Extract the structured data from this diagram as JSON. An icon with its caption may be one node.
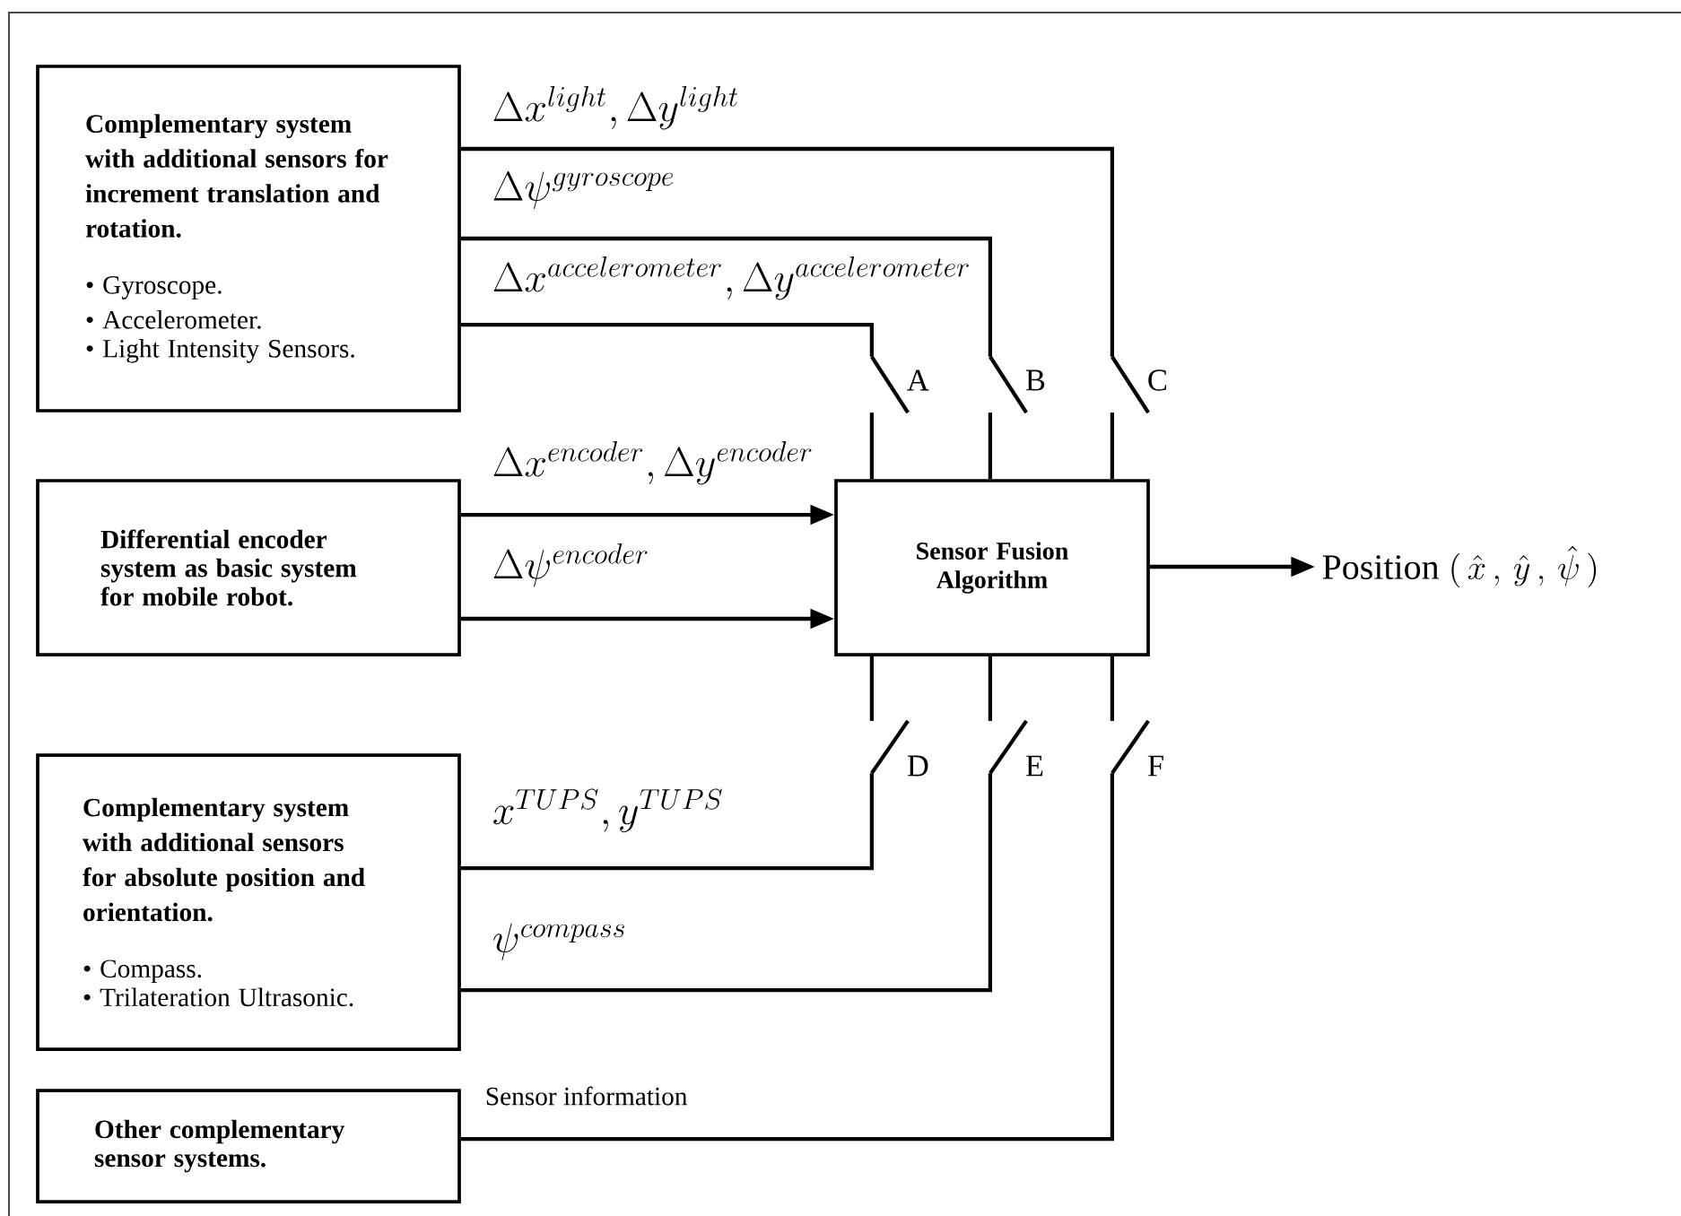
{
  "diagram": {
    "nodes": [
      {
        "text": [
          "Complementary system with additional sensors for increment translation and rotation.",
          "• Gyroscope.",
          "• Accelerometer.",
          "• Light Intensity Sensors."
        ]
      },
      {
        "text": [
          "Differential encoder system as basic system for mobile robot."
        ]
      },
      {
        "text": [
          "Complementary system with additional sensors for absolute position and orientation.",
          "• Compass.",
          "• Trilateration Ultrasonic."
        ]
      },
      {
        "text": [
          "Other complementary sensor systems."
        ]
      },
      {
        "text": [
          "Sensor Fusion Algorithm"
        ]
      },
      {
        "text": [
          "\\mathrm{Position}\\ (\\,\\hat{x}\\,,\\,\\hat{y}\\,,\\,\\hat{\\psi}\\,)"
        ]
      },
      {
        "text": [],
        "shape": "switch",
        "beside": [
          "A"
        ]
      },
      {
        "text": [],
        "shape": "switch",
        "beside": [
          "B"
        ]
      },
      {
        "text": [],
        "shape": "switch",
        "beside": [
          "C"
        ]
      },
      {
        "text": [],
        "shape": "switch",
        "beside": [
          "D"
        ]
      },
      {
        "text": [],
        "shape": "switch",
        "beside": [
          "E"
        ]
      },
      {
        "text": [],
        "shape": "switch",
        "beside": [
          "F"
        ]
      }
    ],
    "edges": [
      {
        "from": 0,
        "to": 8,
        "arrow": "none",
        "label": "\\Delta x^{light}, \\Delta y^{light}"
      },
      {
        "from": 0,
        "to": 7,
        "arrow": "none",
        "label": "\\Delta \\psi^{gyroscope}"
      },
      {
        "from": 0,
        "to": 6,
        "arrow": "none",
        "label": "\\Delta x^{accelerometer}, \\Delta y^{accelerometer}"
      },
      {
        "from": 6,
        "to": 4,
        "arrow": "none"
      },
      {
        "from": 7,
        "to": 4,
        "arrow": "none"
      },
      {
        "from": 8,
        "to": 4,
        "arrow": "none"
      },
      {
        "from": 1,
        "to": 4,
        "arrow": "to",
        "label": "\\Delta x^{encoder}, \\Delta y^{encoder}"
      },
      {
        "from": 1,
        "to": 4,
        "arrow": "to",
        "label": "\\Delta \\psi^{encoder}"
      },
      {
        "from": 9,
        "to": 4,
        "arrow": "none"
      },
      {
        "from": 10,
        "to": 4,
        "arrow": "none"
      },
      {
        "from": 11,
        "to": 4,
        "arrow": "none"
      },
      {
        "from": 2,
        "to": 9,
        "arrow": "none",
        "label": "x^{TUPS}, y^{TUPS}"
      },
      {
        "from": 2,
        "to": 10,
        "arrow": "none",
        "label": "\\psi^{compass}"
      },
      {
        "from": 3,
        "to": 11,
        "arrow": "none",
        "label": "Sensor information"
      },
      {
        "from": 4,
        "to": 5,
        "arrow": "to"
      }
    ]
  }
}
